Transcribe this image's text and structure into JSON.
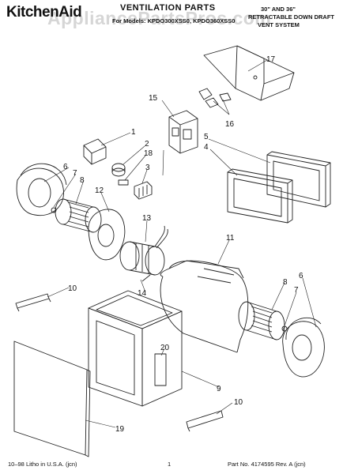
{
  "header": {
    "brand": "KitchenAid",
    "title": "VENTILATION PARTS",
    "subtitle": "For Models: KPDO300XSS0, KPDO360XSS0",
    "desc_line1": "30\" AND 36\"",
    "desc_line2": "RETRACTABLE DOWN DRAFT",
    "desc_line3": "VENT SYSTEM"
  },
  "watermark": "AppliancePartsPros.com",
  "footer": {
    "left": "10–98 Litho in U.S.A. (jcn)",
    "center": "1",
    "right": "Part No. 4174595 Rev. A (jcn)"
  },
  "callouts": [
    "1",
    "2",
    "3",
    "4",
    "5",
    "6",
    "7",
    "8",
    "9",
    "10",
    "11",
    "12",
    "13",
    "14",
    "15",
    "16",
    "17",
    "18",
    "19",
    "20",
    "8",
    "7",
    "6",
    "10"
  ],
  "colors": {
    "line": "#222222",
    "background": "#ffffff",
    "watermark": "#c9c9c9"
  }
}
